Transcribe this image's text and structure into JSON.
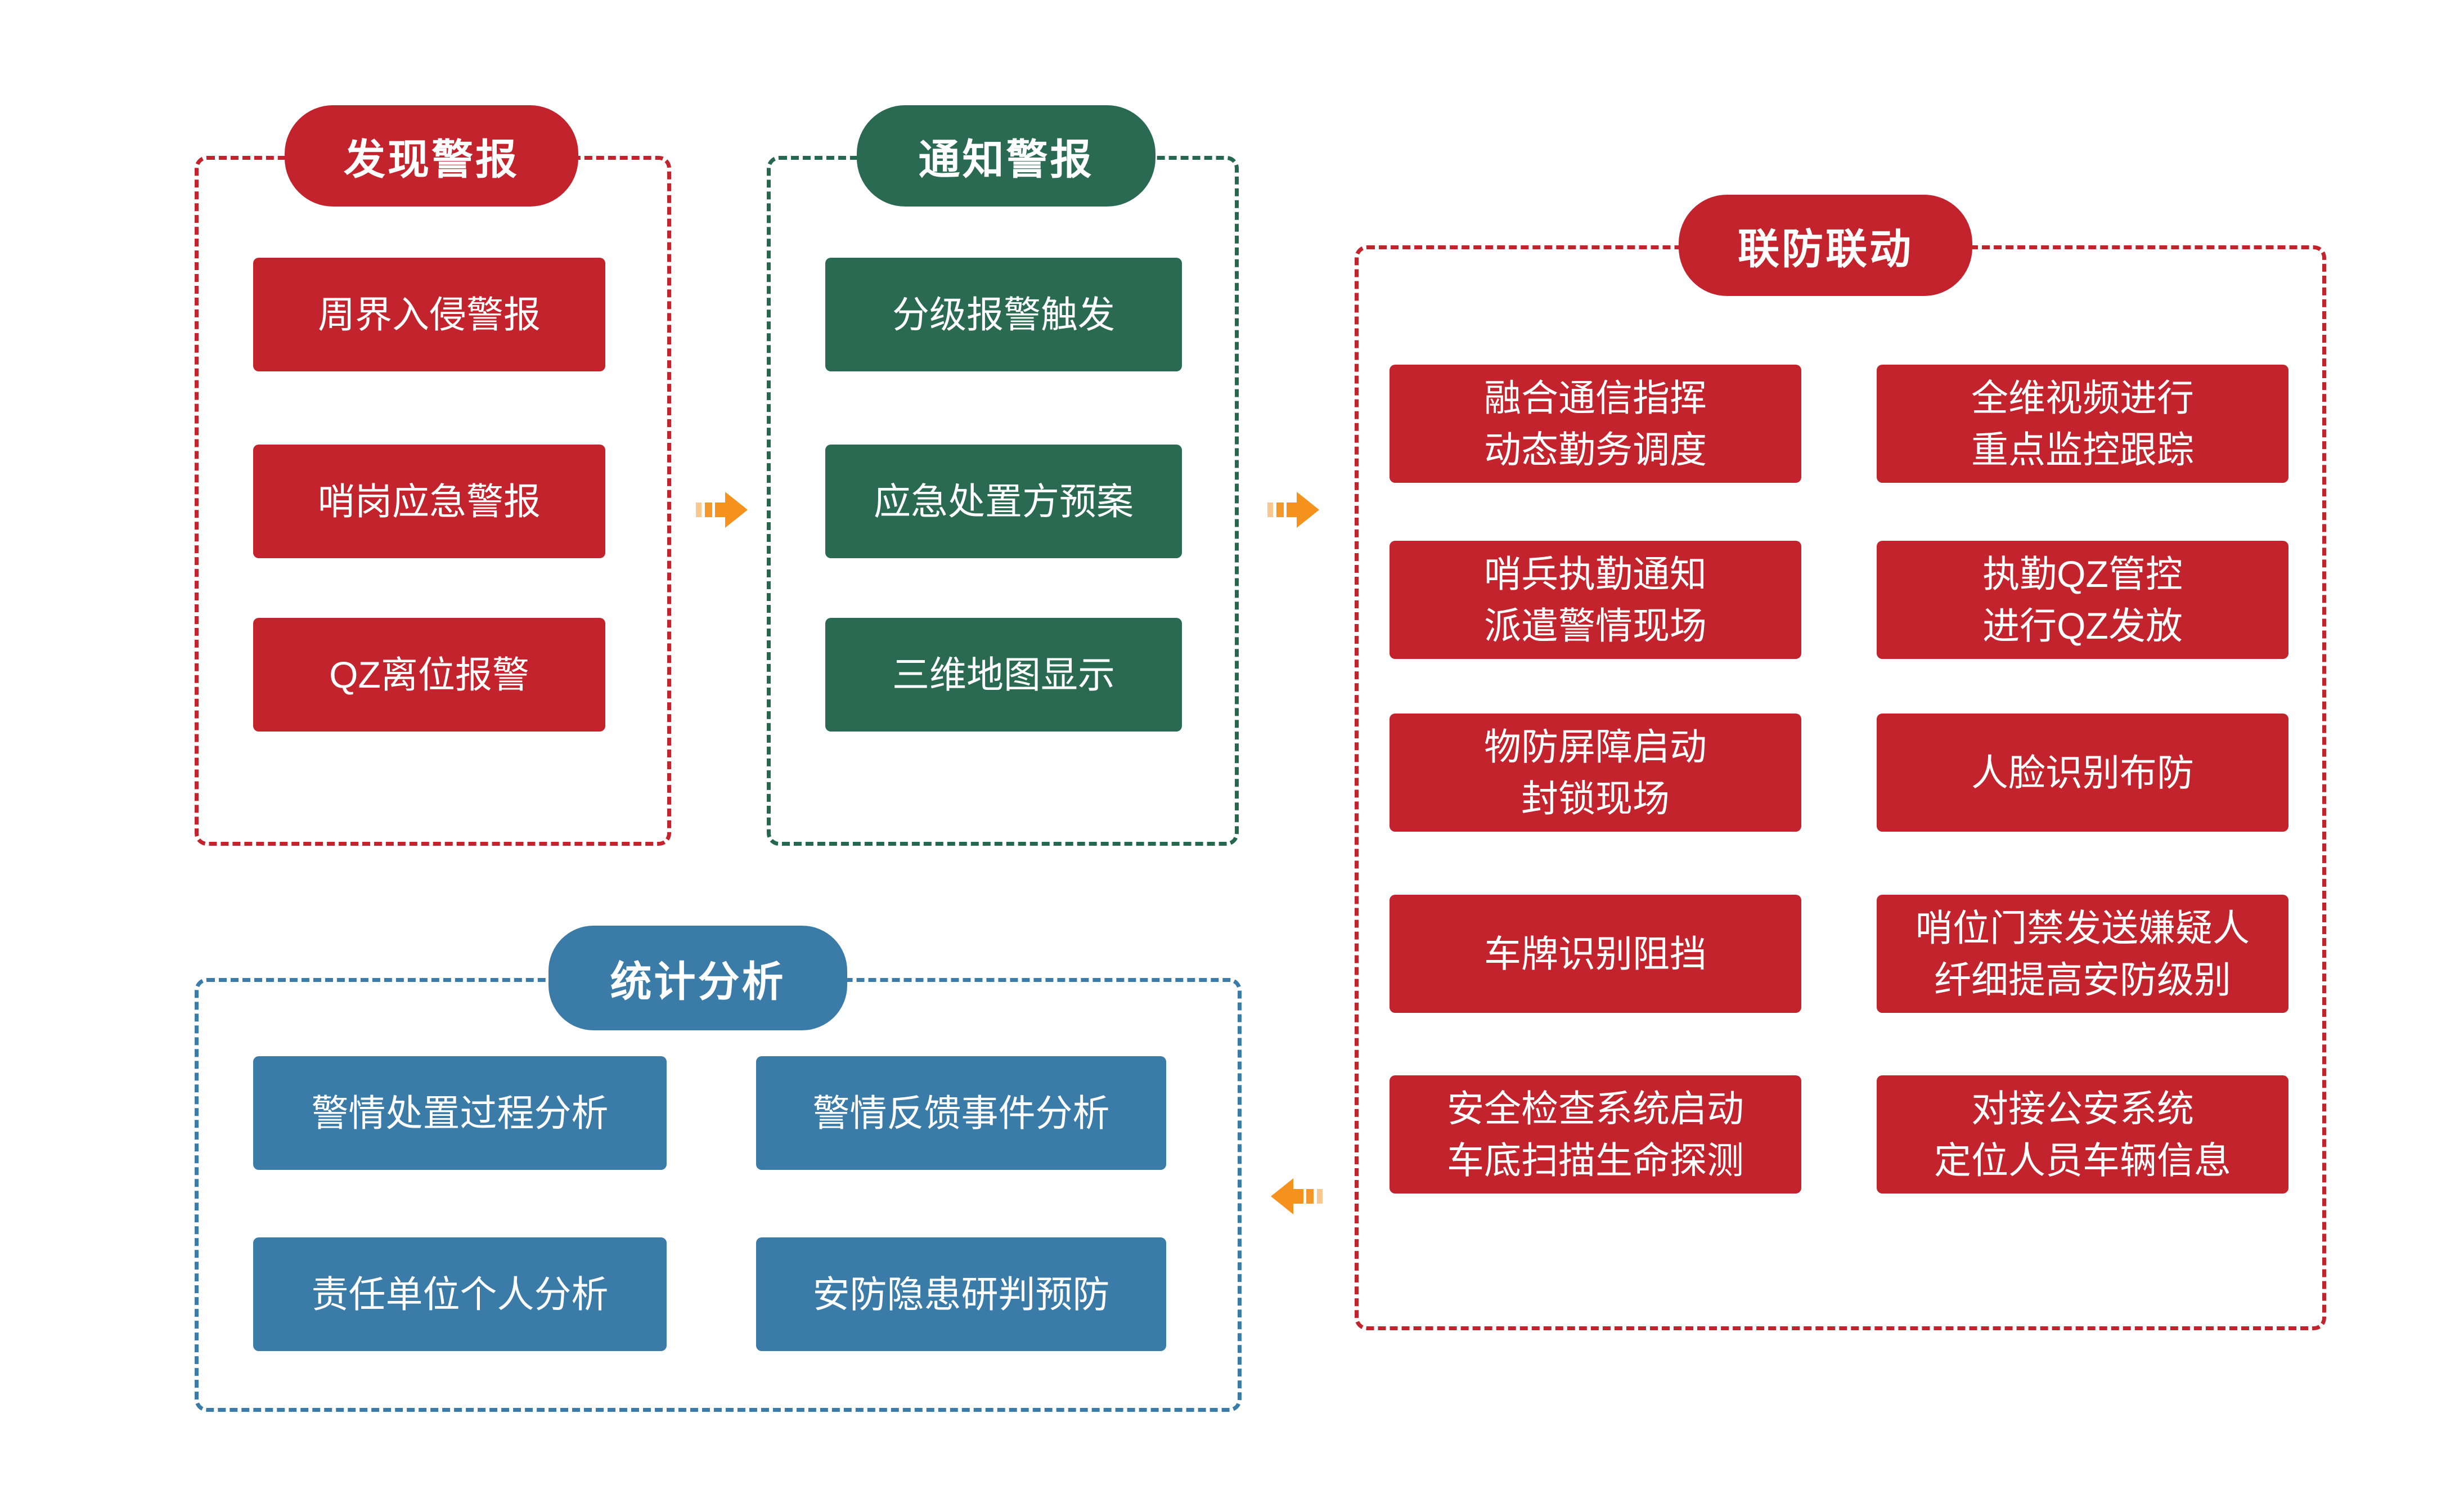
{
  "colors": {
    "red": "#c2232c",
    "green": "#2a6a52",
    "green-border": "#26684f",
    "blue": "#3a7ba8",
    "orange": "#f5921e",
    "text": "#ffffff",
    "background": "#ffffff"
  },
  "sections": {
    "discover": {
      "title": "发现警报",
      "items": [
        "周界入侵警报",
        "哨岗应急警报",
        "QZ离位报警"
      ]
    },
    "notify": {
      "title": "通知警报",
      "items": [
        "分级报警触发",
        "应急处置方预案",
        "三维地图显示"
      ]
    },
    "linkage": {
      "title": "联防联动",
      "col_left": [
        "融合通信指挥\n动态勤务调度",
        "哨兵执勤通知\n派遣警情现场",
        "物防屏障启动\n封锁现场",
        "车牌识别阻挡",
        "安全检查系统启动\n车底扫描生命探测"
      ],
      "col_right": [
        "全维视频进行\n重点监控跟踪",
        "执勤QZ管控\n进行QZ发放",
        "人脸识别布防",
        "哨位门禁发送嫌疑人\n纤细提高安防级别",
        "对接公安系统\n定位人员车辆信息"
      ]
    },
    "stats": {
      "title": "统计分析",
      "items": [
        "警情处置过程分析",
        "警情反馈事件分析",
        "责任单位个人分析",
        "安防隐患研判预防"
      ]
    }
  },
  "arrows": [
    {
      "name": "discover-to-notify-arrow",
      "direction": "right"
    },
    {
      "name": "notify-to-linkage-arrow",
      "direction": "right"
    },
    {
      "name": "linkage-to-stats-arrow",
      "direction": "left"
    }
  ]
}
